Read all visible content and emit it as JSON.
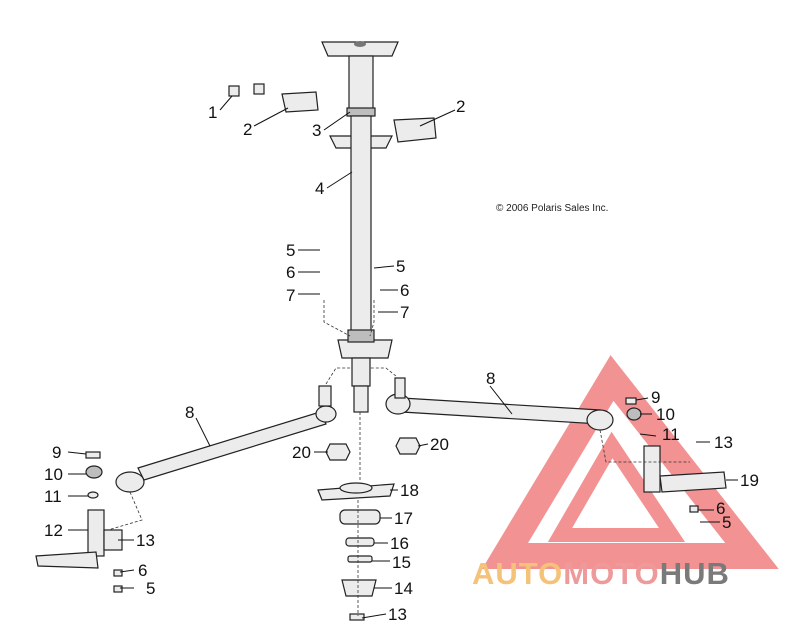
{
  "copyright": "© 2006 Polaris Sales Inc.",
  "watermark": {
    "part1": "AUTO",
    "part2": "MOTO",
    "part3": "HUB",
    "color1": "#f5c27a",
    "color2": "#ef9a9a",
    "color3": "#7a7a7a",
    "triangle_color": "#f08080"
  },
  "callouts": {
    "c1": "1",
    "c2a": "2",
    "c2b": "2",
    "c3": "3",
    "c4": "4",
    "c5a": "5",
    "c5b": "5",
    "c5c": "5",
    "c5d": "5",
    "c6a": "6",
    "c6b": "6",
    "c6c": "6",
    "c6d": "6",
    "c7a": "7",
    "c7b": "7",
    "c8a": "8",
    "c8b": "8",
    "c9a": "9",
    "c9b": "9",
    "c10a": "10",
    "c10b": "10",
    "c11a": "11",
    "c11b": "11",
    "c12": "12",
    "c13a": "13",
    "c13b": "13",
    "c13c": "13",
    "c14": "14",
    "c15": "15",
    "c16": "16",
    "c17": "17",
    "c18": "18",
    "c19": "19",
    "c20a": "20",
    "c20b": "20"
  }
}
